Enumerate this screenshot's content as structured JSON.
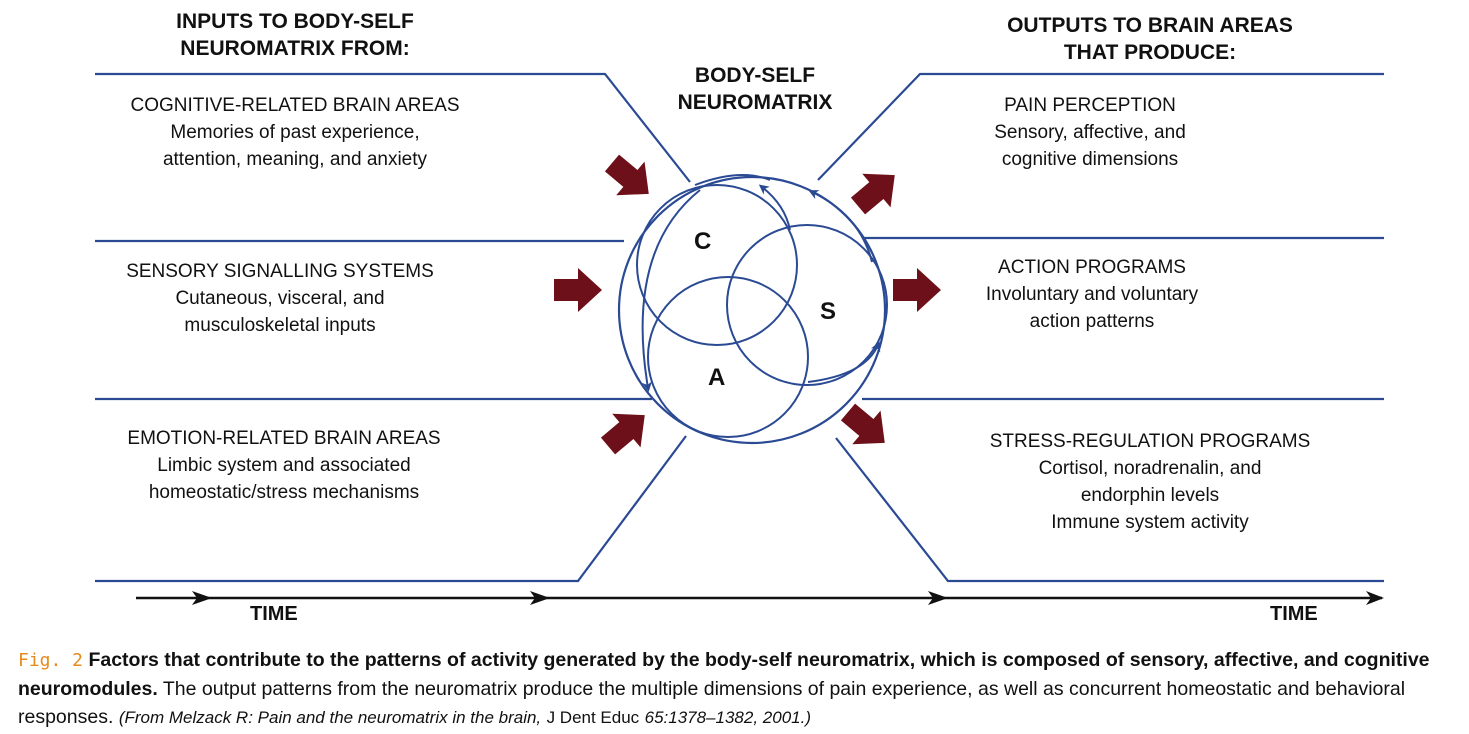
{
  "headers": {
    "inputs": [
      "INPUTS TO BODY-SELF",
      "NEUROMATRIX FROM:"
    ],
    "center": [
      "BODY-SELF",
      "NEUROMATRIX"
    ],
    "outputs": [
      "OUTPUTS TO BRAIN AREAS",
      "THAT PRODUCE:"
    ]
  },
  "inputs": [
    {
      "title": "COGNITIVE-RELATED BRAIN AREAS",
      "lines": [
        "Memories of past experience,",
        "attention, meaning, and anxiety"
      ]
    },
    {
      "title": "SENSORY SIGNALLING SYSTEMS",
      "lines": [
        "Cutaneous, visceral, and",
        "musculoskeletal inputs"
      ]
    },
    {
      "title": "EMOTION-RELATED BRAIN AREAS",
      "lines": [
        "Limbic system and associated",
        "homeostatic/stress mechanisms"
      ]
    }
  ],
  "outputs": [
    {
      "title": "PAIN PERCEPTION",
      "lines": [
        "Sensory, affective, and",
        "cognitive dimensions"
      ]
    },
    {
      "title": "ACTION PROGRAMS",
      "lines": [
        "Involuntary and voluntary",
        "action patterns"
      ]
    },
    {
      "title": "STRESS-REGULATION PROGRAMS",
      "lines": [
        "Cortisol, noradrenalin, and",
        "endorphin levels",
        "Immune system activity"
      ]
    }
  ],
  "modules": {
    "c": "C",
    "s": "S",
    "a": "A"
  },
  "time_labels": {
    "left": "TIME",
    "right": "TIME"
  },
  "caption": {
    "fig": "Fig. 2",
    "bold": "Factors that contribute to the patterns of activity generated by the body-self neuromatrix, which is composed of sensory, affective, and cognitive neuromodules.",
    "text": "The output patterns from the neuromatrix produce the multiple dimensions of pain experience, as well as concurrent homeostatic and behavioral responses.",
    "source_italic": "(From Melzack R: Pain and the neuromatrix in the brain,",
    "source_journal": "J Dent Educ",
    "source_italic_end": "65:1378–1382, 2001.)"
  },
  "colors": {
    "line": "#2b4a94",
    "arrow": "#6e1019",
    "caption_fig": "#e68a1e"
  }
}
